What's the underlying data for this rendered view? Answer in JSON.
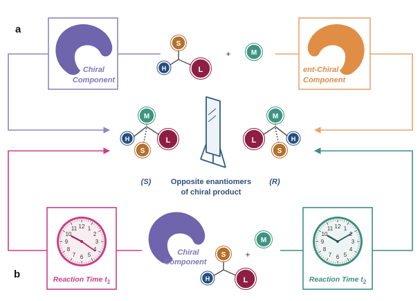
{
  "panel_a_label": "a",
  "panel_b_label": "b",
  "chiral_component": {
    "line1": "Chiral",
    "line2": "Component"
  },
  "ent_chiral_component": {
    "line1": "ent-Chiral",
    "line2": "Component"
  },
  "bottom_chiral_component": {
    "line1": "Chiral",
    "line2": "Component"
  },
  "atoms": {
    "S": "S",
    "H": "H",
    "L": "L",
    "M": "M"
  },
  "plus": "+",
  "center_caption": {
    "line1": "Opposite enantiomers",
    "line2": "of chiral product"
  },
  "config_left": "(S)",
  "config_right": "(R)",
  "reaction_time_1": {
    "base": "Reaction Time t",
    "sub": "1"
  },
  "reaction_time_2": {
    "base": "Reaction Time t",
    "sub": "2"
  },
  "clock_numerals": [
    "12",
    "1",
    "2",
    "3",
    "4",
    "5",
    "6",
    "7",
    "8",
    "9",
    "10",
    "11"
  ],
  "colors": {
    "purple_line": "#8d86c2",
    "blob_purple": "#6e65ad",
    "orange": "#e9a46c",
    "blob_orange": "#e08e45",
    "pink": "#cf3c86",
    "teal": "#3c8e82",
    "atom_S": "#b5702d",
    "atom_H": "#244e7e",
    "atom_L": "#8f1e45",
    "atom_M": "#3f9481",
    "mirror": "#2f5b8c"
  }
}
